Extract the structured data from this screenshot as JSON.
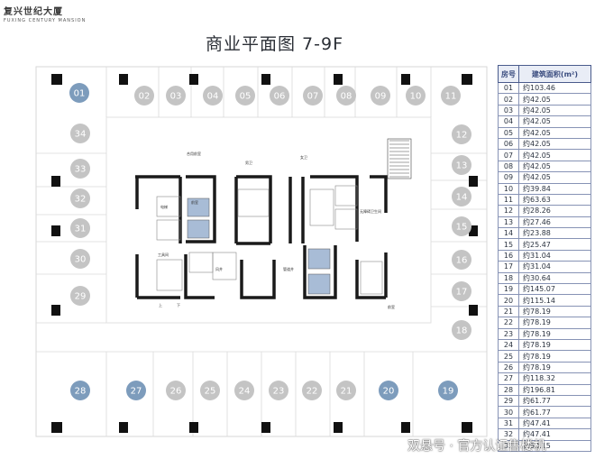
{
  "logo": {
    "cn": "复兴世纪大厦",
    "en": "FUXING CENTURY MANSION"
  },
  "title": "商业平面图 7-9F",
  "units": [
    {
      "no": "01",
      "hl": true
    },
    {
      "no": "02"
    },
    {
      "no": "03"
    },
    {
      "no": "04"
    },
    {
      "no": "05"
    },
    {
      "no": "06"
    },
    {
      "no": "07"
    },
    {
      "no": "08"
    },
    {
      "no": "09"
    },
    {
      "no": "10"
    },
    {
      "no": "11"
    },
    {
      "no": "12"
    },
    {
      "no": "13"
    },
    {
      "no": "14"
    },
    {
      "no": "15"
    },
    {
      "no": "16"
    },
    {
      "no": "17"
    },
    {
      "no": "18"
    },
    {
      "no": "19",
      "hl": true
    },
    {
      "no": "20",
      "hl": true
    },
    {
      "no": "21"
    },
    {
      "no": "22"
    },
    {
      "no": "23"
    },
    {
      "no": "24"
    },
    {
      "no": "25"
    },
    {
      "no": "26"
    },
    {
      "no": "27",
      "hl": true
    },
    {
      "no": "28",
      "hl": true
    },
    {
      "no": "29"
    },
    {
      "no": "30"
    },
    {
      "no": "31"
    },
    {
      "no": "32"
    },
    {
      "no": "33"
    },
    {
      "no": "34"
    }
  ],
  "room_labels": {
    "a": "合用前室",
    "b": "男卫",
    "c": "女卫",
    "d": "前室",
    "e": "电梯",
    "f": "无障碍卫生间",
    "g": "工具间",
    "h": "管道井",
    "i": "前室",
    "j": "风井",
    "k": "上",
    "l": "下"
  },
  "table": {
    "header_no": "房号",
    "header_area": "建筑面积(m²)",
    "rows": [
      {
        "no": "01",
        "area": "约103.46"
      },
      {
        "no": "02",
        "area": "约42.05"
      },
      {
        "no": "03",
        "area": "约42.05"
      },
      {
        "no": "04",
        "area": "约42.05"
      },
      {
        "no": "05",
        "area": "约42.05"
      },
      {
        "no": "06",
        "area": "约42.05"
      },
      {
        "no": "07",
        "area": "约42.05"
      },
      {
        "no": "08",
        "area": "约42.05"
      },
      {
        "no": "09",
        "area": "约42.05"
      },
      {
        "no": "10",
        "area": "约39.84"
      },
      {
        "no": "11",
        "area": "约63.63"
      },
      {
        "no": "12",
        "area": "约28.26"
      },
      {
        "no": "13",
        "area": "约27.46"
      },
      {
        "no": "14",
        "area": "约23.88"
      },
      {
        "no": "15",
        "area": "约25.47"
      },
      {
        "no": "16",
        "area": "约31.04"
      },
      {
        "no": "17",
        "area": "约31.04"
      },
      {
        "no": "18",
        "area": "约30.64"
      },
      {
        "no": "19",
        "area": "约145.07"
      },
      {
        "no": "20",
        "area": "约115.14"
      },
      {
        "no": "21",
        "area": "约78.19"
      },
      {
        "no": "22",
        "area": "约78.19"
      },
      {
        "no": "23",
        "area": "约78.19"
      },
      {
        "no": "24",
        "area": "约78.19"
      },
      {
        "no": "25",
        "area": "约78.19"
      },
      {
        "no": "26",
        "area": "约78.19"
      },
      {
        "no": "27",
        "area": "约118.32"
      },
      {
        "no": "28",
        "area": "约196.81"
      },
      {
        "no": "29",
        "area": "约61.77"
      },
      {
        "no": "30",
        "area": "约61.77"
      },
      {
        "no": "31",
        "area": "约47.41"
      },
      {
        "no": "32",
        "area": "约47.41"
      },
      {
        "no": "33",
        "area": "约53.15"
      }
    ]
  },
  "watermark": "双悬号 · 官方认证售楼机",
  "colors": {
    "circle_grey": "#c4c4c4",
    "circle_blue": "#7d9cbc",
    "column": "#111111",
    "wall": "#1a1a1a",
    "elevator": "#a8bcd6",
    "table_border": "#4a5b8c"
  }
}
